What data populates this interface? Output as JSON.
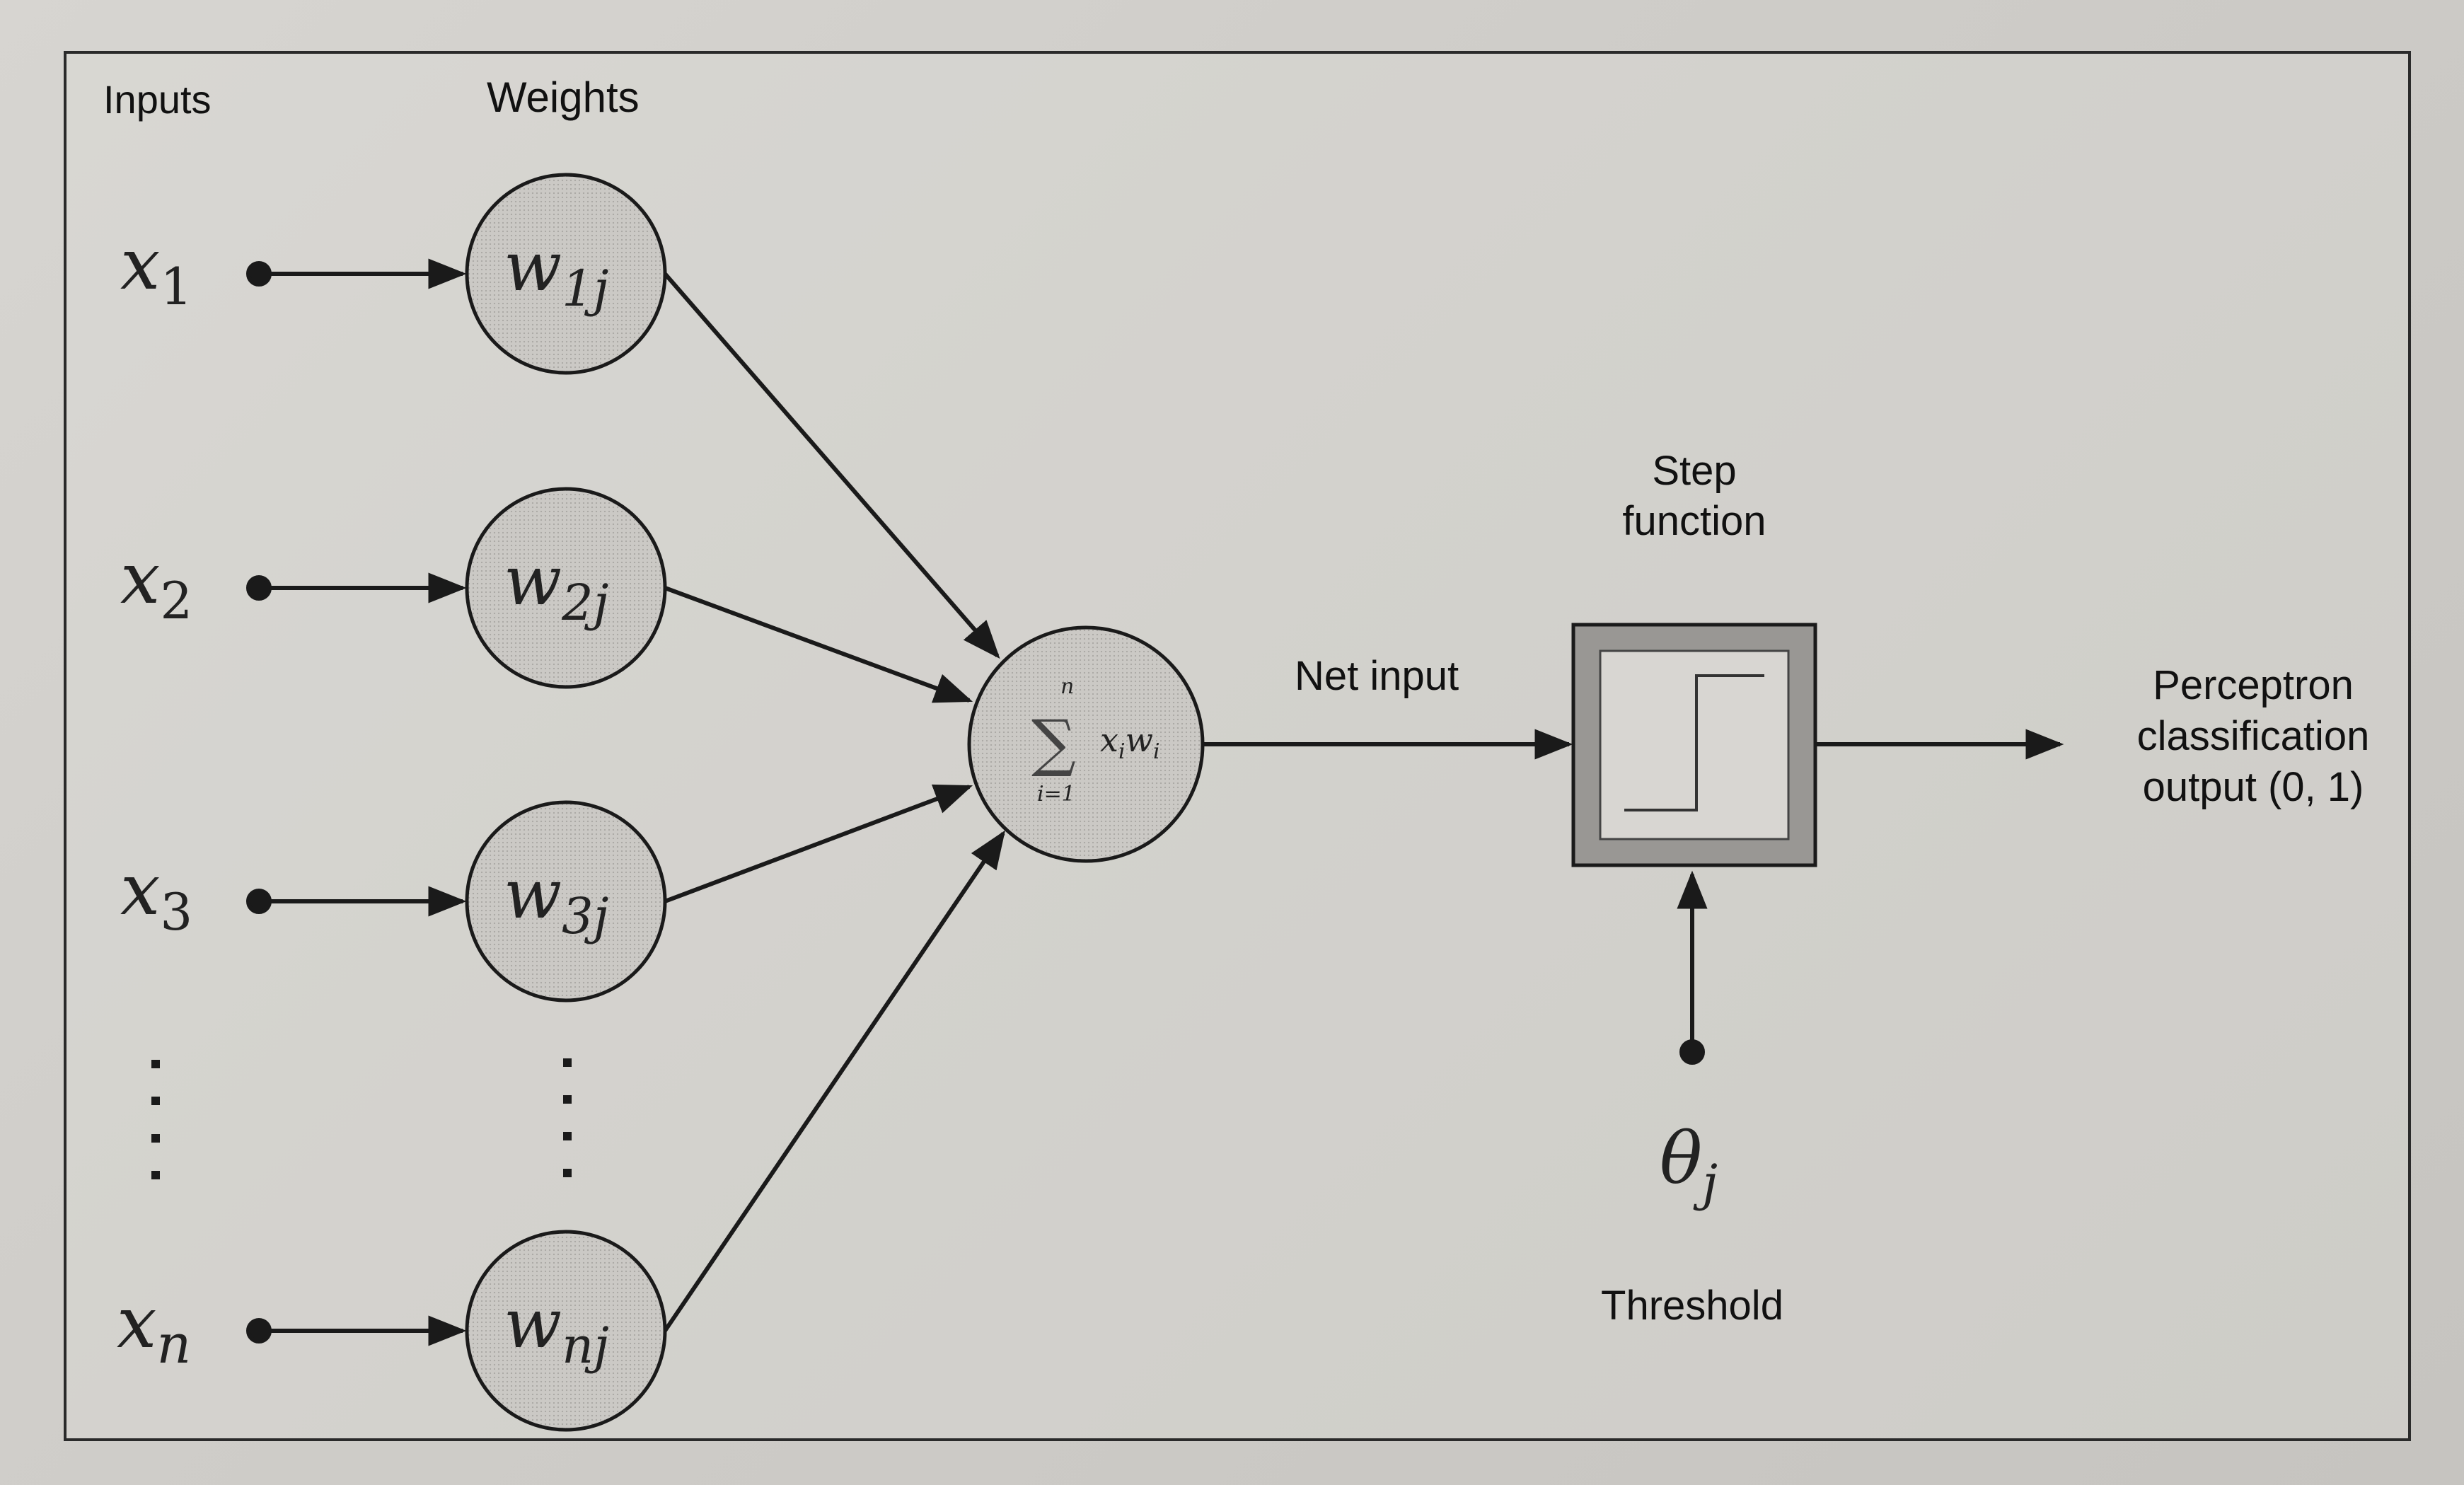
{
  "headers": {
    "inputs": "Inputs",
    "weights": "Weights"
  },
  "inputs": [
    {
      "symbol": "x",
      "sub": "1"
    },
    {
      "symbol": "x",
      "sub": "2"
    },
    {
      "symbol": "x",
      "sub": "3"
    },
    {
      "symbol": "x",
      "sub": "n"
    }
  ],
  "weights": [
    {
      "symbol": "w",
      "sub": "1j"
    },
    {
      "symbol": "w",
      "sub": "2j"
    },
    {
      "symbol": "w",
      "sub": "3j"
    },
    {
      "symbol": "w",
      "sub": "nj"
    }
  ],
  "summation": {
    "sigma": "∑",
    "upper": "n",
    "lower": "i=1",
    "term": "x",
    "term_sub": "i",
    "term2": "w",
    "term2_sub": "i"
  },
  "labels": {
    "net_input": "Net input",
    "step_line1": "Step",
    "step_line2": "function",
    "output_line1": "Perceptron",
    "output_line2": "classification",
    "output_line3": "output (0, 1)",
    "threshold_symbol": "θ",
    "threshold_sub": "j",
    "threshold": "Threshold"
  },
  "colors": {
    "node_fill": "#c9c7c3",
    "box_outer": "#9a9896",
    "box_inner": "#d6d4d0",
    "ink": "#1a1a1a"
  }
}
